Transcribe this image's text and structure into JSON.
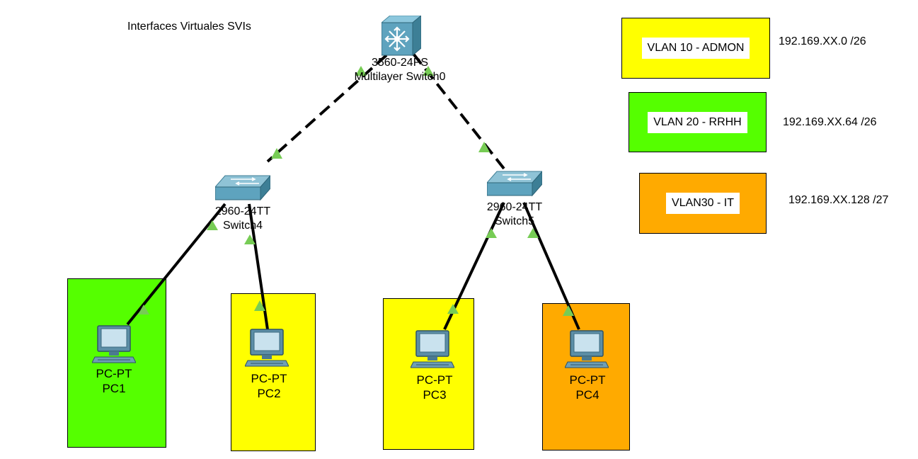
{
  "title": "Interfaces Virtuales SVIs",
  "colors": {
    "admon": "#ffff00",
    "rrhh": "#55ff00",
    "it": "#ffaa00",
    "link": "#000000",
    "port_up": "#77cc55"
  },
  "legend": [
    {
      "label": "VLAN 10 - ADMON",
      "subnet": "192.169.XX.0 /26",
      "color_key": "admon"
    },
    {
      "label": "VLAN 20 - RRHH",
      "subnet": "192.169.XX.64 /26",
      "color_key": "rrhh"
    },
    {
      "label": "VLAN30 - IT",
      "subnet": "192.169.XX.128 /27",
      "color_key": "it"
    }
  ],
  "devices": {
    "core": {
      "model": "3560-24PS",
      "name": "Multilayer Switch0",
      "icon": "multilayer-switch-icon"
    },
    "switch4": {
      "model": "2960-24TT",
      "name": "Switch4",
      "icon": "switch-icon"
    },
    "switch5": {
      "model": "2960-24TT",
      "name": "Switch5",
      "icon": "switch-icon"
    },
    "pc1": {
      "model": "PC-PT",
      "name": "PC1",
      "icon": "pc-icon",
      "vlan": "rrhh"
    },
    "pc2": {
      "model": "PC-PT",
      "name": "PC2",
      "icon": "pc-icon",
      "vlan": "admon"
    },
    "pc3": {
      "model": "PC-PT",
      "name": "PC3",
      "icon": "pc-icon",
      "vlan": "admon"
    },
    "pc4": {
      "model": "PC-PT",
      "name": "PC4",
      "icon": "pc-icon",
      "vlan": "it"
    }
  },
  "links": [
    {
      "from": "core",
      "to": "switch4",
      "style": "trunk-dashed"
    },
    {
      "from": "core",
      "to": "switch5",
      "style": "trunk-dashed"
    },
    {
      "from": "switch4",
      "to": "pc1",
      "style": "access"
    },
    {
      "from": "switch4",
      "to": "pc2",
      "style": "access"
    },
    {
      "from": "switch5",
      "to": "pc3",
      "style": "access"
    },
    {
      "from": "switch5",
      "to": "pc4",
      "style": "access"
    }
  ]
}
